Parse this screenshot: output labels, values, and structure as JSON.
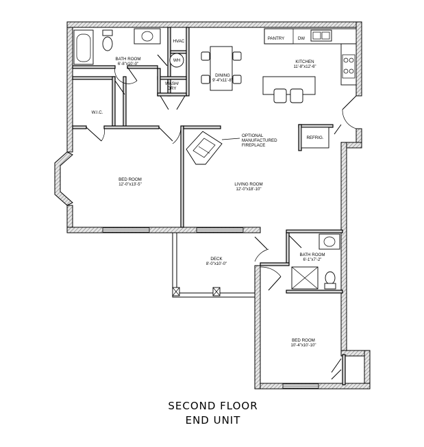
{
  "rooms": {
    "bath1": {
      "name": "BATH ROOM",
      "dim": "6'-8\"x10'-0\""
    },
    "hvac": {
      "name": "HVAC"
    },
    "wh": {
      "name": "WH"
    },
    "wash": {
      "line1": "WASH/",
      "line2": "DRY"
    },
    "dining": {
      "name": "DINING",
      "dim": "9'-4\"x11'-8\""
    },
    "pantry": {
      "name": "PANTRY"
    },
    "dw": {
      "name": "DW"
    },
    "kitchen": {
      "name": "KITCHEN",
      "dim": "11'-8\"x12'-6\""
    },
    "wic": {
      "name": "W.I.C."
    },
    "refrig": {
      "name": "REFRIG."
    },
    "fireplace": {
      "line1": "OPTIONAL",
      "line2": "MANUFACTURED",
      "line3": "FIREPLACE"
    },
    "bed1": {
      "name": "BED ROOM",
      "dim": "12'-0\"x13'-5\""
    },
    "living": {
      "name": "LIVING ROOM",
      "dim": "12'-0\"x18'-10\""
    },
    "deck": {
      "name": "DECK",
      "dim": "8'-0\"x10'-0\""
    },
    "bath2": {
      "name": "BATH ROOM",
      "dim": "6'-1\"x7'-2\""
    },
    "bed2": {
      "name": "BED ROOM",
      "dim": "10'-4\"x10'-10\""
    }
  },
  "caption": {
    "line1": "SECOND FLOOR",
    "line2": "END UNIT"
  }
}
